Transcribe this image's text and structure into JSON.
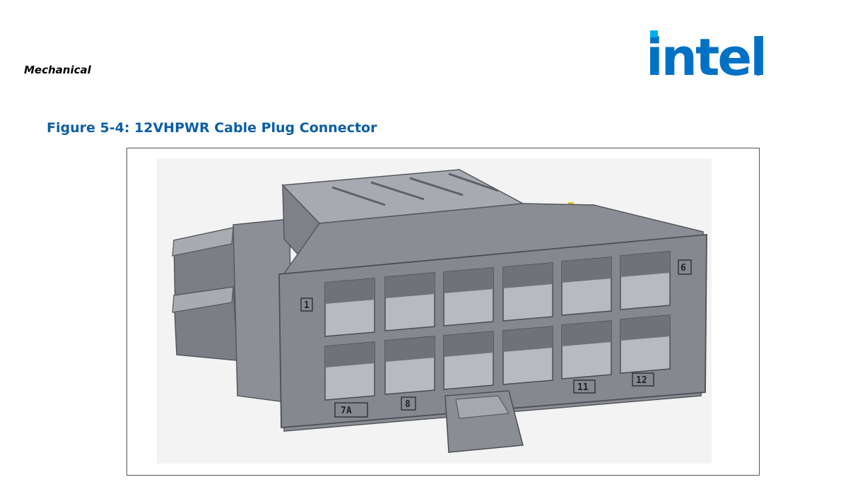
{
  "header": {
    "section_label": "Mechanical",
    "logo_text": "intel",
    "logo_color": "#0071c5"
  },
  "figure": {
    "caption": "Figure 5-4: 12VHPWR Cable Plug Connector",
    "caption_color": "#0a5ea8",
    "image_subject": "12VHPWR cable plug connector 3D render",
    "connector_color": "#8a8d93",
    "pin_labels": {
      "top_left": "1",
      "top_right": "6",
      "bottom_left": "7A",
      "bottom_second": "8",
      "bottom_fifth": "11",
      "bottom_right": "12"
    }
  }
}
